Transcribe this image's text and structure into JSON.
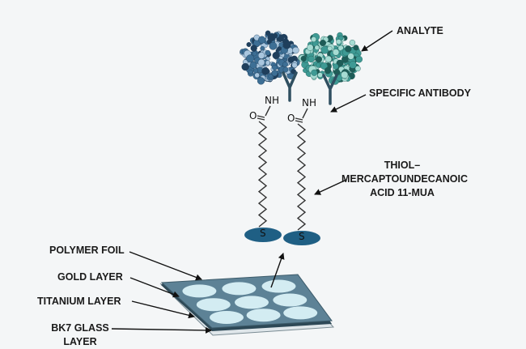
{
  "labels": {
    "analyte": "ANALYTE",
    "antibody": "SPECIFIC ANTIBODY",
    "thiol_line1": "THIOL–",
    "thiol_line2": "MERCAPTOUNDECANOIC",
    "thiol_line3": "ACID 11-MUA",
    "polymer_foil": "POLYMER FOIL",
    "gold_layer": "GOLD LAYER",
    "titanium_layer": "TITANIUM LAYER",
    "bk7_line1": "BK7 GLASS",
    "bk7_line2": "LAYER"
  },
  "chem": {
    "amine": "NH",
    "carbonyl_o": "O",
    "sulfur": "S"
  },
  "colors": {
    "protein_blue": "#3d6f95",
    "protein_teal": "#3e9a94",
    "antibody": "#2f4f60",
    "sulfur_disc": "#1f5f84",
    "plate_top": "#5d8296",
    "plate_ellipse": "#d3ecf2",
    "chain": "#333333"
  }
}
